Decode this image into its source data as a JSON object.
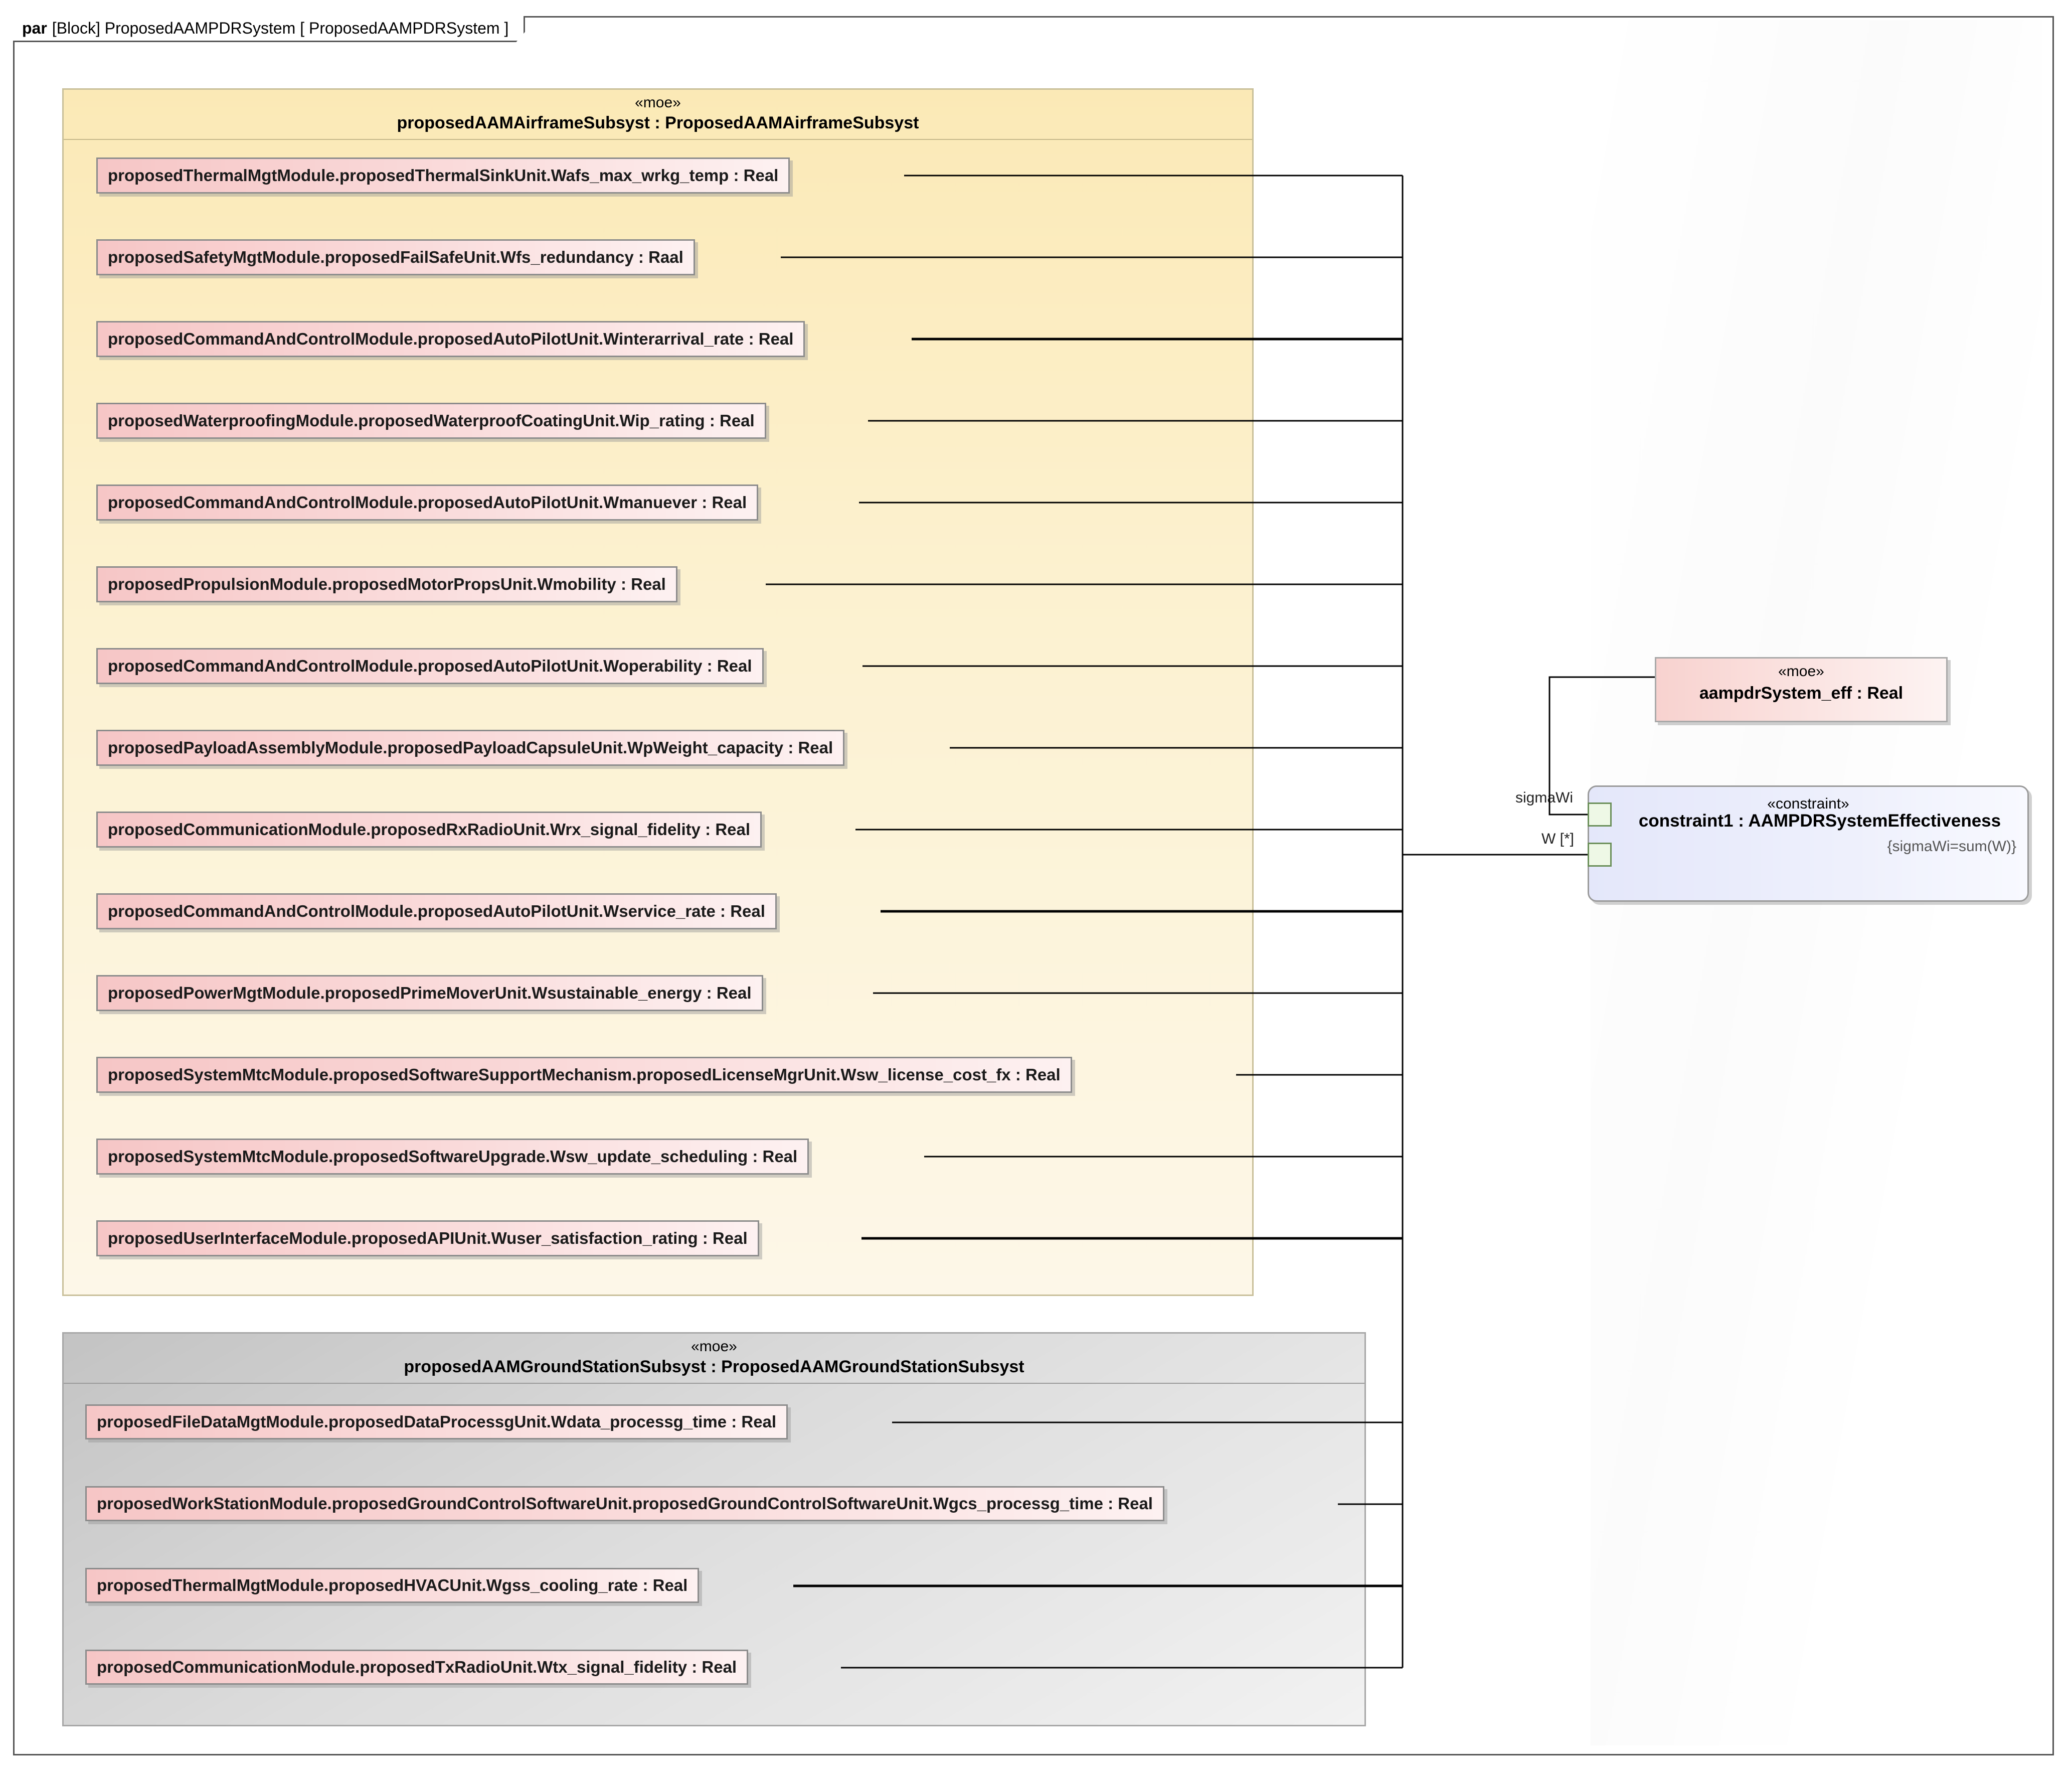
{
  "frame": {
    "keyword": "par",
    "label": "[Block] ProposedAAMPDRSystem [ ProposedAAMPDRSystem ]"
  },
  "airframe_block": {
    "stereotype": "«moe»",
    "title": "proposedAAMAirframeSubsyst : ProposedAAMAirframeSubsyst",
    "parts": [
      "proposedThermalMgtModule.proposedThermalSinkUnit.Wafs_max_wrkg_temp : Real",
      "proposedSafetyMgtModule.proposedFailSafeUnit.Wfs_redundancy : Raal",
      "proposedCommandAndControlModule.proposedAutoPilotUnit.Winterarrival_rate : Real",
      "proposedWaterproofingModule.proposedWaterproofCoatingUnit.Wip_rating : Real",
      "proposedCommandAndControlModule.proposedAutoPilotUnit.Wmanuever : Real",
      "proposedPropulsionModule.proposedMotorPropsUnit.Wmobility : Real",
      "proposedCommandAndControlModule.proposedAutoPilotUnit.Woperability : Real",
      "proposedPayloadAssemblyModule.proposedPayloadCapsuleUnit.WpWeight_capacity : Real",
      "proposedCommunicationModule.proposedRxRadioUnit.Wrx_signal_fidelity : Real",
      "proposedCommandAndControlModule.proposedAutoPilotUnit.Wservice_rate : Real",
      "proposedPowerMgtModule.proposedPrimeMoverUnit.Wsustainable_energy : Real",
      "proposedSystemMtcModule.proposedSoftwareSupportMechanism.proposedLicenseMgrUnit.Wsw_license_cost_fx : Real",
      "proposedSystemMtcModule.proposedSoftwareUpgrade.Wsw_update_scheduling : Real",
      "proposedUserInterfaceModule.proposedAPIUnit.Wuser_satisfaction_rating : Real"
    ]
  },
  "ground_block": {
    "stereotype": "«moe»",
    "title": "proposedAAMGroundStationSubsyst : ProposedAAMGroundStationSubsyst",
    "parts": [
      "proposedFileDataMgtModule.proposedDataProcessgUnit.Wdata_processg_time : Real",
      "proposedWorkStationModule.proposedGroundControlSoftwareUnit.proposedGroundControlSoftwareUnit.Wgcs_processg_time : Real",
      "proposedThermalMgtModule.proposedHVACUnit.Wgss_cooling_rate : Real",
      "proposedCommunicationModule.proposedTxRadioUnit.Wtx_signal_fidelity : Real"
    ]
  },
  "moe_property": {
    "stereotype": "«moe»",
    "title": "aampdrSystem_eff : Real"
  },
  "constraint": {
    "stereotype": "«constraint»",
    "title": "constraint1 : AAMPDRSystemEffectiveness",
    "expression": "{sigmaWi=sum(W)}",
    "ports": {
      "sigma": "sigmaWi",
      "w": "W [*]"
    }
  }
}
